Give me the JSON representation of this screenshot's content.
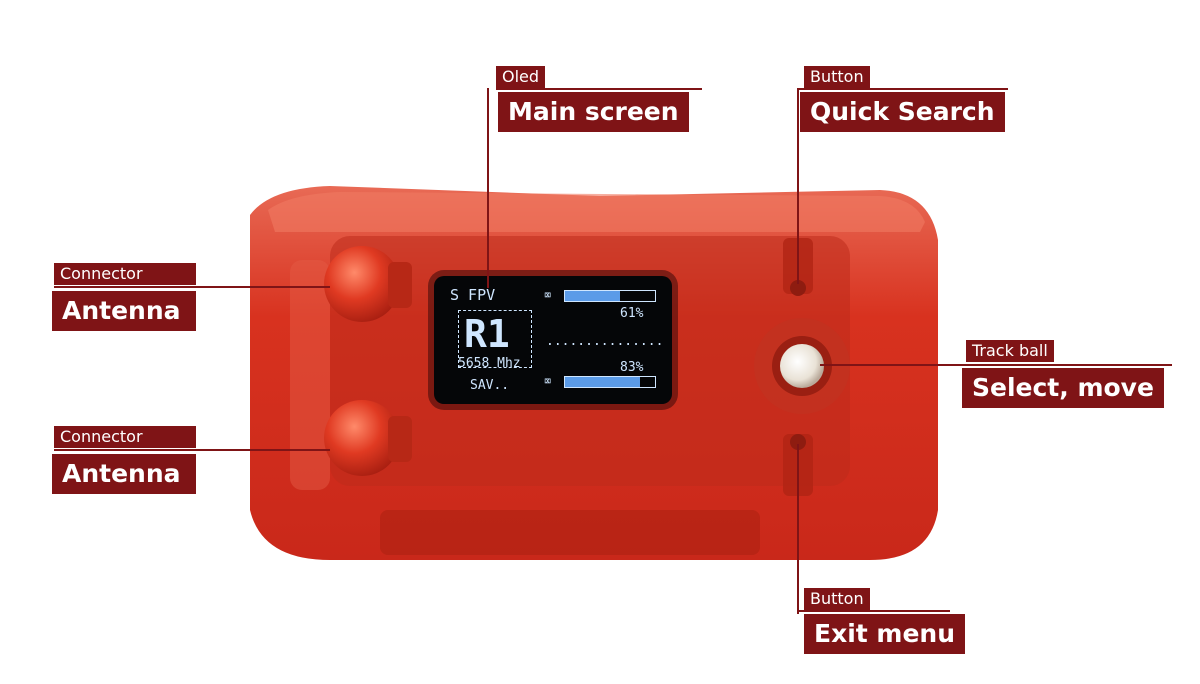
{
  "callouts": {
    "oled": {
      "category": "Oled",
      "title": "Main screen"
    },
    "quick": {
      "category": "Button",
      "title": "Quick Search"
    },
    "antenna_top": {
      "category": "Connector",
      "title": "Antenna"
    },
    "antenna_bot": {
      "category": "Connector",
      "title": "Antenna"
    },
    "trackball": {
      "category": "Track ball",
      "title": "Select, move"
    },
    "exit": {
      "category": "Button",
      "title": "Exit menu"
    }
  },
  "oled_screen": {
    "mode": "S FPV",
    "channel": "R1",
    "frequency": "5658 Mhz",
    "status": "SAV..",
    "rssi_a_percent": 61,
    "rssi_b_percent": 83,
    "rssi_a_label": "61%",
    "rssi_b_label": "83%",
    "divider": "..............."
  },
  "colors": {
    "label_bg": "#7f1416",
    "device_body": "#d8321f",
    "screen_text": "#cfe6ff",
    "bar_fill": "#5b9be8"
  }
}
